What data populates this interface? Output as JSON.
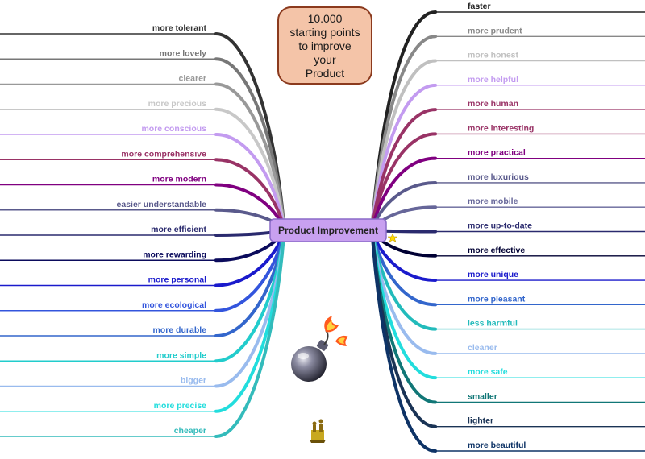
{
  "map": {
    "center_label": "Product Improvement",
    "callout": {
      "lines": [
        "10.000",
        "starting points",
        "to improve",
        "your",
        "Product"
      ]
    },
    "left_branches": [
      {
        "label": "more tolerant",
        "color": "#333333"
      },
      {
        "label": "more lovely",
        "color": "#777777"
      },
      {
        "label": "clearer",
        "color": "#999999"
      },
      {
        "label": "more precious",
        "color": "#c8c8c8"
      },
      {
        "label": "more conscious",
        "color": "#c39bf0"
      },
      {
        "label": "more comprehensive",
        "color": "#993366"
      },
      {
        "label": "more modern",
        "color": "#800080"
      },
      {
        "label": "easier understandable",
        "color": "#5a5a8c"
      },
      {
        "label": "more efficient",
        "color": "#2a2a6e"
      },
      {
        "label": "more rewarding",
        "color": "#0b0b5c"
      },
      {
        "label": "more personal",
        "color": "#1a1acc"
      },
      {
        "label": "more ecological",
        "color": "#3355dd"
      },
      {
        "label": "more durable",
        "color": "#3366cc"
      },
      {
        "label": "more simple",
        "color": "#22cccc"
      },
      {
        "label": "bigger",
        "color": "#99bbee"
      },
      {
        "label": "more precise",
        "color": "#22dddd"
      },
      {
        "label": "cheaper",
        "color": "#33bbbb"
      }
    ],
    "right_branches": [
      {
        "label": "faster",
        "color": "#222222"
      },
      {
        "label": "more prudent",
        "color": "#888888"
      },
      {
        "label": "more honest",
        "color": "#c0c0c0"
      },
      {
        "label": "more helpful",
        "color": "#c39bf0"
      },
      {
        "label": "more human",
        "color": "#993366"
      },
      {
        "label": "more interesting",
        "color": "#993366"
      },
      {
        "label": "more practical",
        "color": "#800080"
      },
      {
        "label": "more luxurious",
        "color": "#5a5a8c"
      },
      {
        "label": "more mobile",
        "color": "#666699"
      },
      {
        "label": "more up-to-date",
        "color": "#2a2a6e"
      },
      {
        "label": "more effective",
        "color": "#000033"
      },
      {
        "label": "more unique",
        "color": "#1a1acc"
      },
      {
        "label": "more pleasant",
        "color": "#3366cc"
      },
      {
        "label": "less harmful",
        "color": "#22bbbb"
      },
      {
        "label": "cleaner",
        "color": "#99bbee"
      },
      {
        "label": "more safe",
        "color": "#22dddd"
      },
      {
        "label": "smaller",
        "color": "#117777"
      },
      {
        "label": "lighter",
        "color": "#1a3355"
      },
      {
        "label": "more beautiful",
        "color": "#0e3366"
      }
    ],
    "colors": {
      "center_fill": "#c8a0f0",
      "center_border": "#8a6ac8",
      "callout_fill": "#f4c4a8",
      "callout_border": "#8b3a1e",
      "star": "#ffd700"
    },
    "icons": [
      "bomb-icon",
      "star-icon",
      "figure-icon"
    ]
  }
}
